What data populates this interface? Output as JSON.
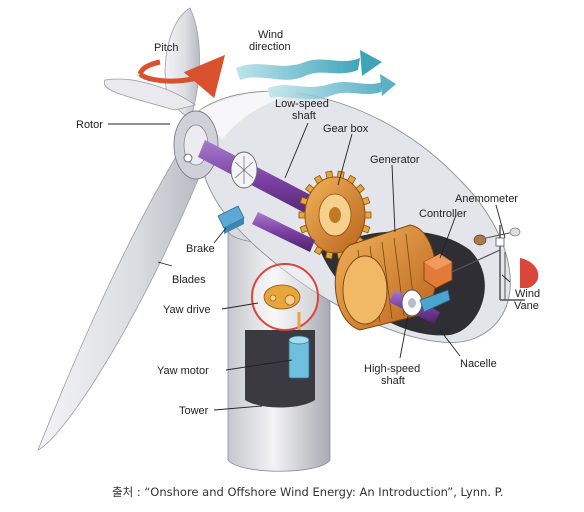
{
  "diagram": {
    "labels": {
      "pitch": "Pitch",
      "wind_direction_1": "Wind",
      "wind_direction_2": "direction",
      "rotor": "Rotor",
      "low_speed_shaft_1": "Low-speed",
      "low_speed_shaft_2": "shaft",
      "gear_box": "Gear box",
      "generator": "Generator",
      "anemometer": "Anemometer",
      "controller": "Controller",
      "brake": "Brake",
      "blades": "Blades",
      "yaw_drive": "Yaw drive",
      "wind_vane_1": "Wind",
      "wind_vane_2": "Vane",
      "nacelle": "Nacelle",
      "yaw_motor": "Yaw motor",
      "high_speed_shaft_1": "High-speed",
      "high_speed_shaft_2": "shaft",
      "tower": "Tower"
    },
    "caption": "출처 : “Onshore and Offshore Wind Energy: An Introduction”, Lynn. P."
  },
  "colors": {
    "shaft": "#7b3fa3",
    "gear": "#e8a53a",
    "generator_copper": "#d98a2b",
    "controller": "#e07b39",
    "brake": "#5aa9d6",
    "wind_arrow": "#5fb8c9",
    "pitch_arrow": "#d9512e",
    "yaw_highlight": "#d9463a",
    "yaw_motor": "#6fc0de"
  }
}
